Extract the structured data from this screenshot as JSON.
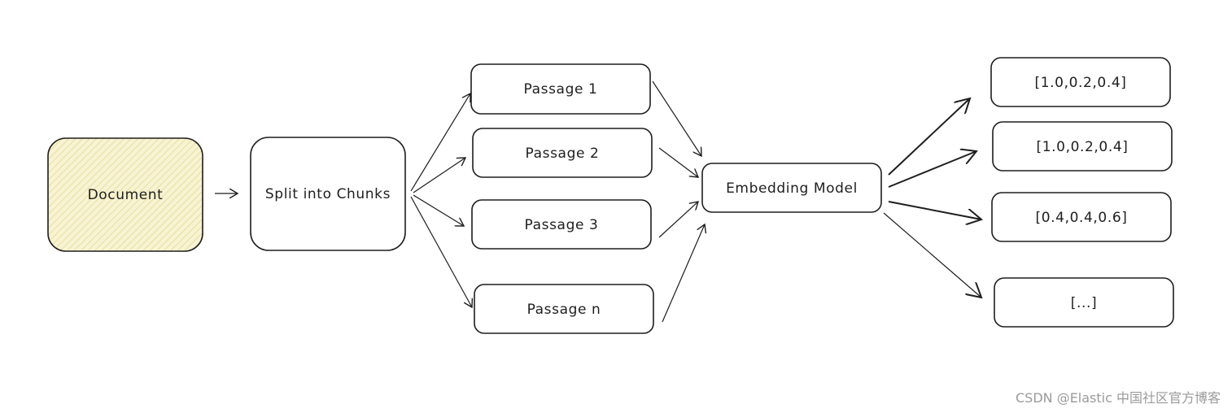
{
  "nodes": {
    "document": "Document",
    "split": "Split into Chunks",
    "passages": [
      "Passage 1",
      "Passage 2",
      "Passage 3",
      "Passage n"
    ],
    "model": "Embedding Model",
    "vectors": [
      "[1.0,0.2,0.4]",
      "[1.0,0.2,0.4]",
      "[0.4,0.4,0.6]",
      "[...]"
    ]
  },
  "colors": {
    "document_fill": "#f7f3d3",
    "hatch": "#e2d98a",
    "stroke": "#1e1e1e",
    "watermark": "#9a9a9a"
  },
  "watermark": "CSDN @Elastic 中国社区官方博客"
}
